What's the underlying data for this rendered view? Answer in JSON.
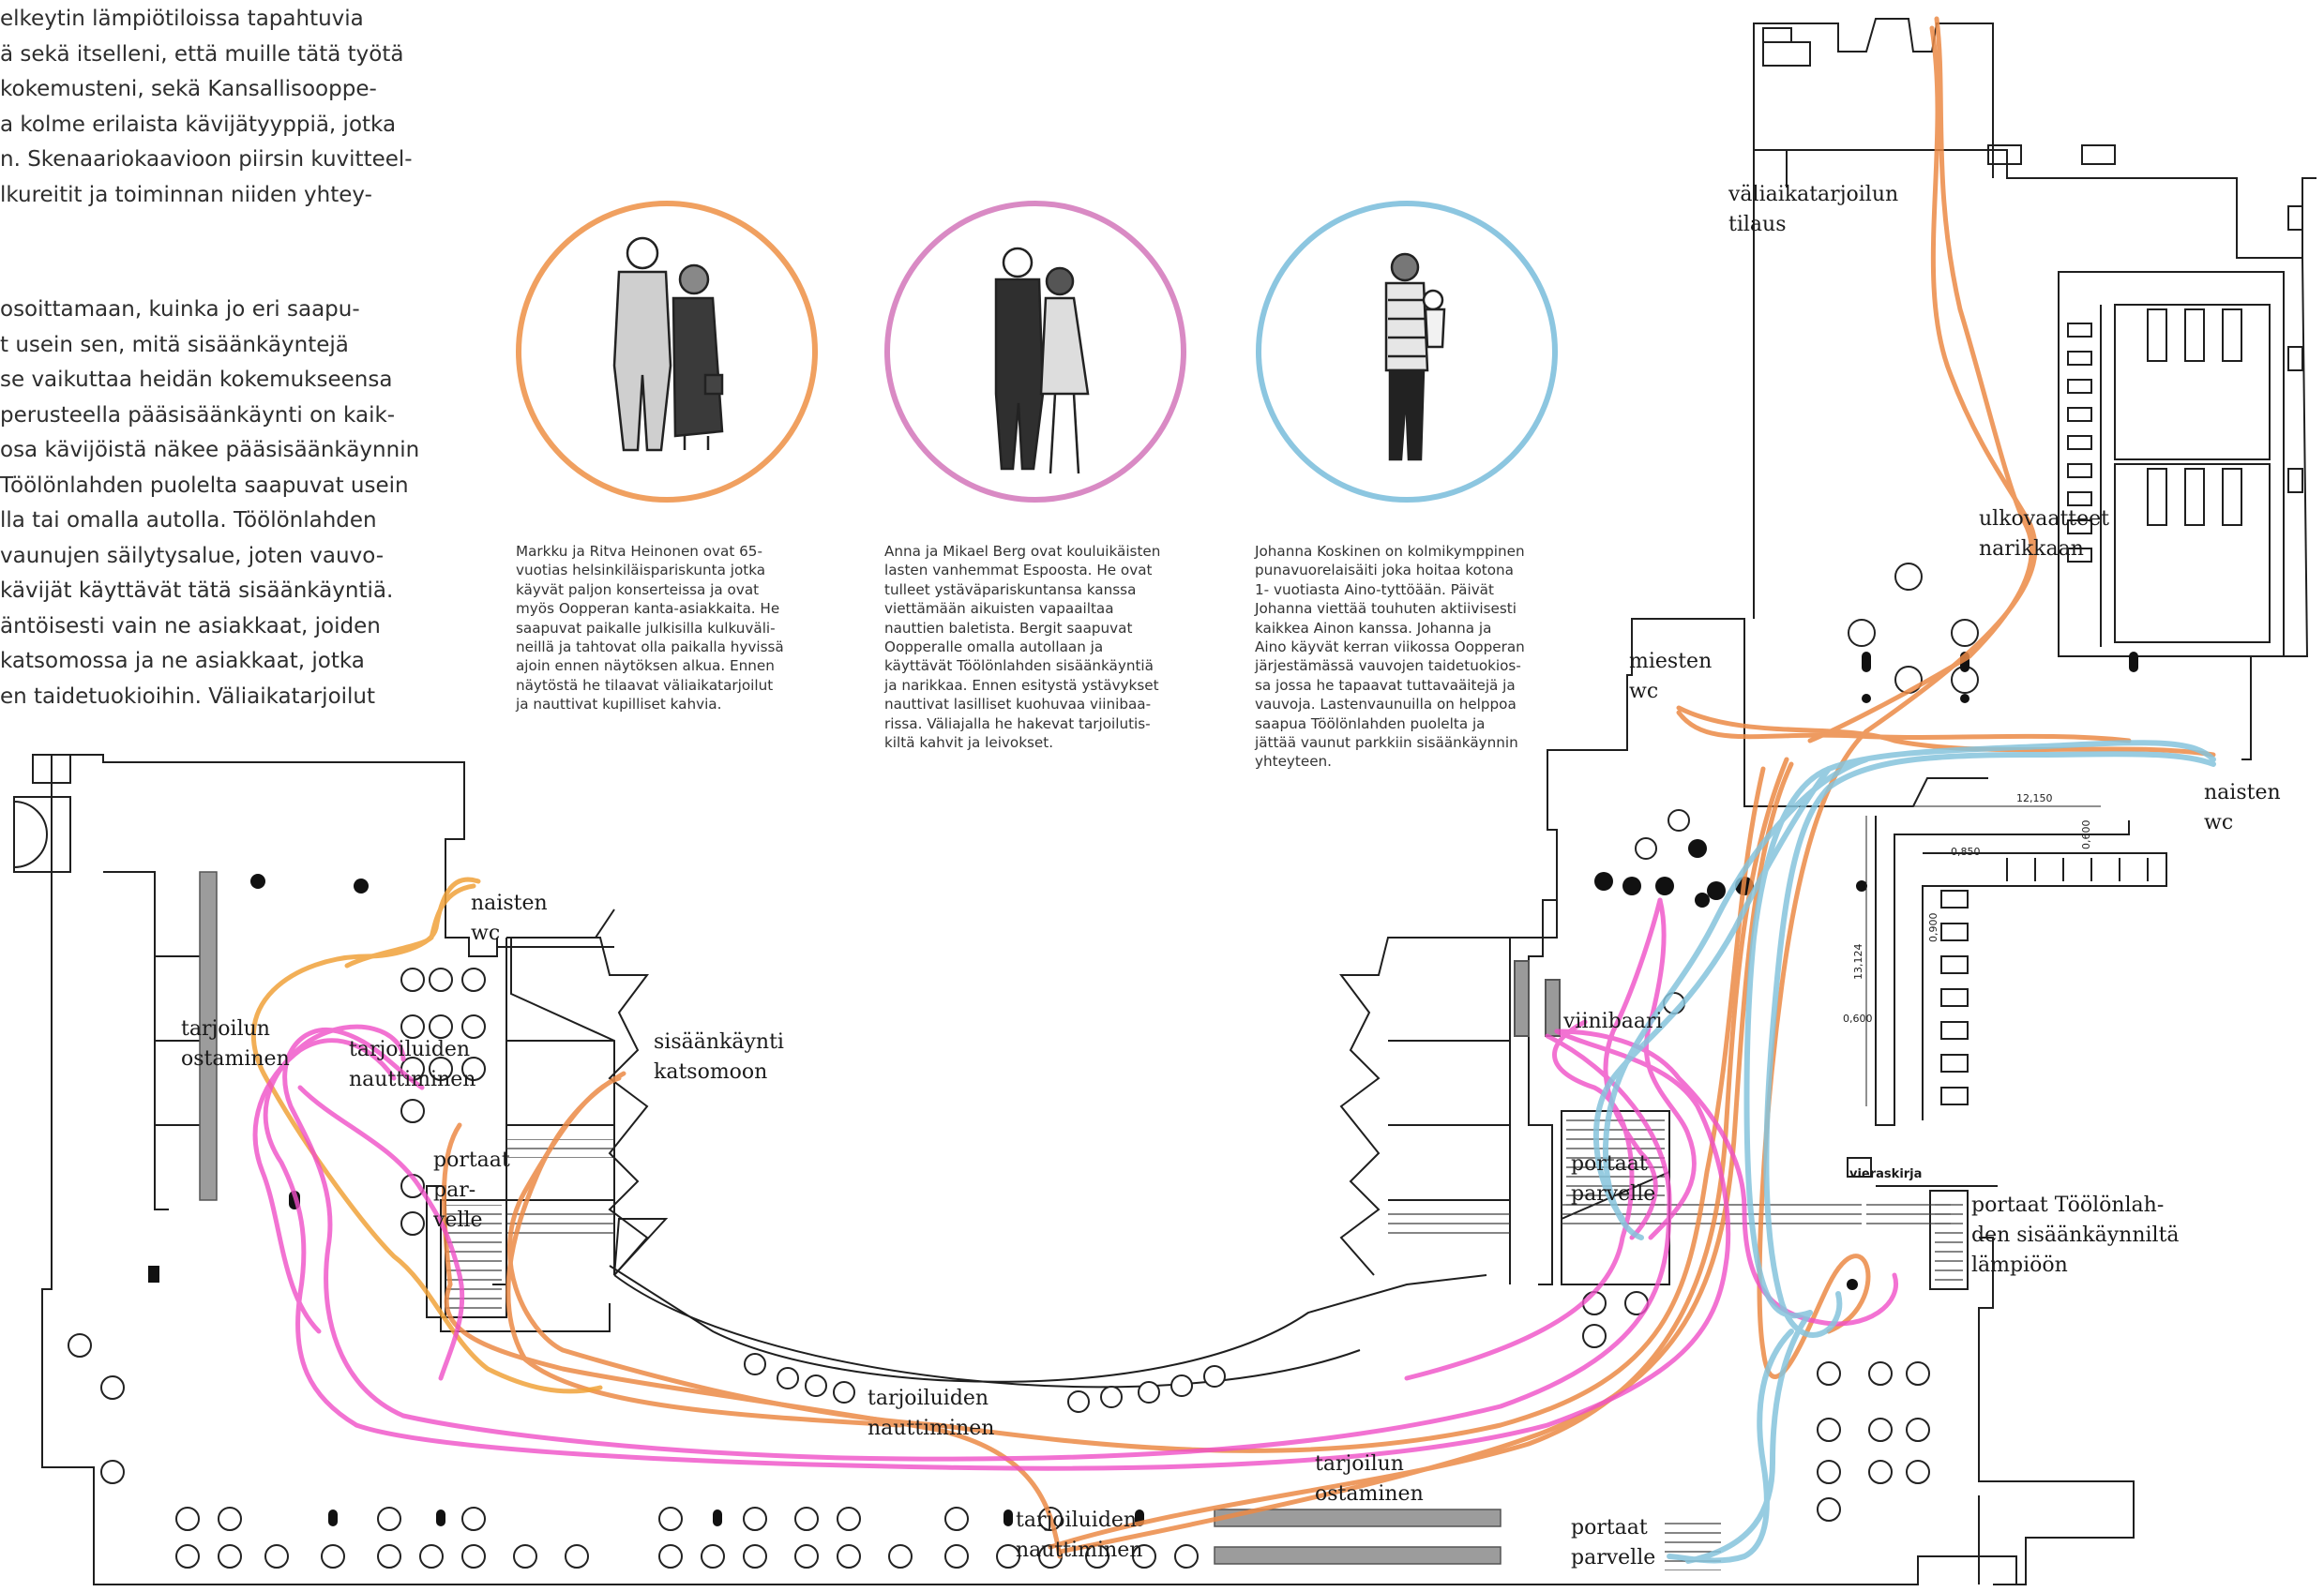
{
  "intro_text": {
    "lines_top": [
      "elkeytin lämpiötiloissa tapahtuvia",
      "ä sekä itselleni, että muille tätä työtä",
      "kokemusteni, sekä Kansallisooppe-",
      "a kolme erilaista kävijätyyppiä, jotka",
      "n. Skenaariokaavioon piirsin kuvitteel-",
      "lkureitit ja toiminnan niiden yhtey-"
    ],
    "lines_bottom": [
      "osoittamaan, kuinka jo eri saapu-",
      "t usein sen, mitä sisäänkäyntejä",
      "se vaikuttaa heidän kokemukseensa",
      "perusteella pääsisäänkäynti on kaik-",
      "osa kävijöistä näkee pääsisäänkäynnin",
      "Töölönlahden puolelta saapuvat usein",
      "lla tai omalla autolla. Töölönlahden",
      "vaunujen säilytysalue, joten vauvo-",
      "kävijät käyttävät tätä sisäänkäyntiä.",
      "äntöisesti vain ne asiakkaat, joiden",
      "katsomossa ja ne asiakkaat, jotka",
      "en taidetuokioihin. Väliaikatarjoilut"
    ]
  },
  "personas": [
    {
      "ring_color": "#f0a060",
      "route_color": "#ec8a46",
      "icon": "elderly-couple-illustration",
      "lines": [
        "Markku ja Ritva Heinonen ovat 65-",
        "vuotias helsinkiläispariskunta jotka",
        "käyvät paljon konserteissa ja ovat",
        "myös Oopperan kanta-asiakkaita. He",
        "saapuvat paikalle julkisilla kulkuväli-",
        "neillä ja tahtovat olla paikalla hyvissä",
        "ajoin ennen näytöksen alkua. Ennen",
        "näytöstä he tilaavat väliaikatarjoilut",
        "ja nauttivat kupilliset kahvia."
      ]
    },
    {
      "ring_color": "#d98ac4",
      "route_color": "#f04fc8",
      "icon": "couple-illustration",
      "lines": [
        "Anna ja Mikael Berg ovat kouluikäisten",
        "lasten vanhemmat Espoosta. He ovat",
        "tulleet ystäväpariskuntansa kanssa",
        "viettämään aikuisten vapaailtaa",
        "nauttien baletista. Bergit saapuvat",
        "Oopperalle omalla autollaan ja",
        "käyttävät Töölönlahden sisäänkäyntiä",
        "ja narikkaa. Ennen esitystä ystävykset",
        "nauttivat lasilliset kuohuvaa viinibaa-",
        "rissa. Väliajalla he hakevat tarjoilutis-",
        "kiltä kahvit ja leivokset."
      ]
    },
    {
      "ring_color": "#8cc6e0",
      "route_color": "#86c4dc",
      "icon": "mother-with-baby-illustration",
      "lines": [
        "Johanna Koskinen on kolmikymppinen",
        "punavuorelaisäiti joka hoitaa kotona",
        "1- vuotiasta Aino-tyttöään. Päivät",
        "Johanna viettää touhuten aktiivisesti",
        "kaikkea Ainon kanssa. Johanna ja",
        "Aino käyvät kerran viikossa Oopperan",
        "järjestämässä vauvojen taidetuokios-",
        "sa jossa he tapaavat tuttavaäitejä ja",
        "vauvoja. Lastenvaunuilla on helppoa",
        "saapua Töölönlahden puolelta ja",
        "jättää vaunut parkkiin sisäänkäynnin",
        "yhteyteen."
      ]
    }
  ],
  "labels": {
    "naisten_wc_left": [
      "naisten",
      "wc"
    ],
    "tarjoilun_ostaminen_left": [
      "tarjoilun",
      "ostaminen"
    ],
    "tarjoiluiden_nauttiminen_left": [
      "tarjoiluiden",
      "nauttiminen"
    ],
    "sisaankaynti_katsomoon": [
      "sisäänkäynti",
      "katsomoon"
    ],
    "portaat_parvelle_left": [
      "portaat",
      "par-",
      "velle"
    ],
    "tarjoiluiden_nauttiminen_center": [
      "tarjoiluiden",
      "nauttiminen"
    ],
    "tarjoiluiden_nauttiminen_bottom": [
      "tarjoiluiden",
      "nauttiminen"
    ],
    "tarjoilun_ostaminen_bottom": [
      "tarjoilun",
      "ostaminen"
    ],
    "portaat_parvelle_bottom": [
      "portaat",
      "parvelle"
    ],
    "viinibaari": [
      "viinibaari"
    ],
    "portaat_parvelle_mid": [
      "portaat",
      "parvelle"
    ],
    "portaat_toolonlahden": [
      "portaat Töölönlah-",
      "den sisäänkäynniltä",
      "lämpiöön"
    ],
    "miesten_wc": [
      "miesten",
      "wc"
    ],
    "naisten_wc_right": [
      "naisten",
      "wc"
    ],
    "ulkovaatteet_narikkaan": [
      "ulkovaatteet",
      "narikkaan"
    ],
    "valiaikatarjoilun_tilaus": [
      "väliaikatarjoilun",
      "tilaus"
    ],
    "vieraskirja": [
      "vieraskirja"
    ]
  },
  "dimensions": {
    "d1": "12,150",
    "d2": "0,850",
    "d3": "0,600",
    "d4": "0,900",
    "d5": "13,124",
    "d6": "0,600"
  }
}
